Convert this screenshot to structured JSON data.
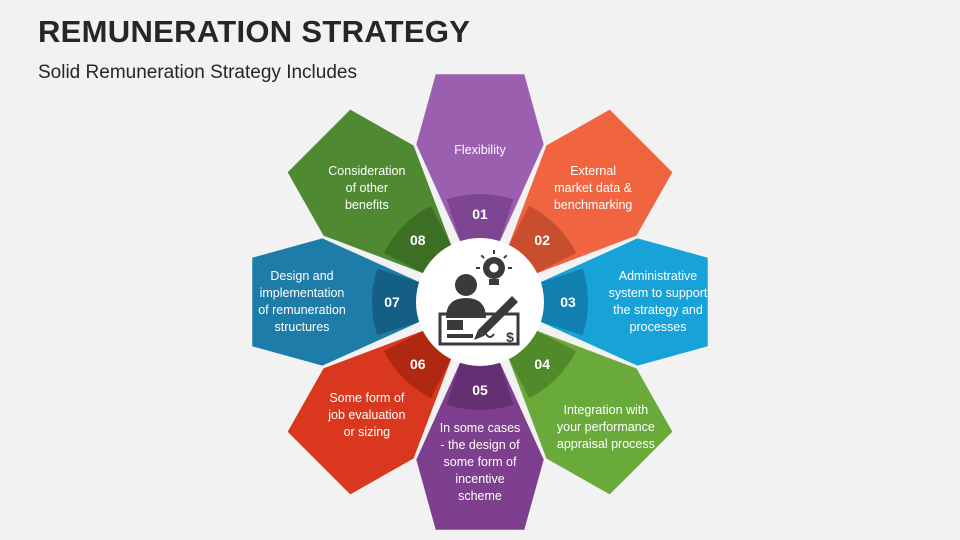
{
  "title": "REMUNERATION STRATEGY",
  "subtitle": "Solid Remuneration Strategy Includes",
  "center_icon": "person-signing-cheque-with-idea-bulb-icon",
  "segments": [
    {
      "num": "01",
      "text": "Flexibility",
      "color": "#9b5fb0",
      "ring_color": "#7d4592"
    },
    {
      "num": "02",
      "text": "External\nmarket data &\nbenchmarking",
      "color": "#f0643f",
      "ring_color": "#c94e2e"
    },
    {
      "num": "03",
      "text": "Administrative\nsystem to support\nthe strategy and\nprocesses",
      "color": "#17a2d8",
      "ring_color": "#117fb0"
    },
    {
      "num": "04",
      "text": "Integration with\nyour performance\nappraisal process",
      "color": "#6aaa3a",
      "ring_color": "#518a2b"
    },
    {
      "num": "05",
      "text": "In some cases\n- the design of\nsome form of\nincentive\nscheme",
      "color": "#7e3f8f",
      "ring_color": "#652f74"
    },
    {
      "num": "06",
      "text": "Some form of\njob evaluation\nor sizing",
      "color": "#d9381e",
      "ring_color": "#b02812"
    },
    {
      "num": "07",
      "text": "Design and\nimplementation\nof remuneration\nstructures",
      "color": "#1e7ca8",
      "ring_color": "#155f85"
    },
    {
      "num": "08",
      "text": "Consideration\nof other\nbenefits",
      "color": "#4f8a32",
      "ring_color": "#3c6e24"
    }
  ]
}
